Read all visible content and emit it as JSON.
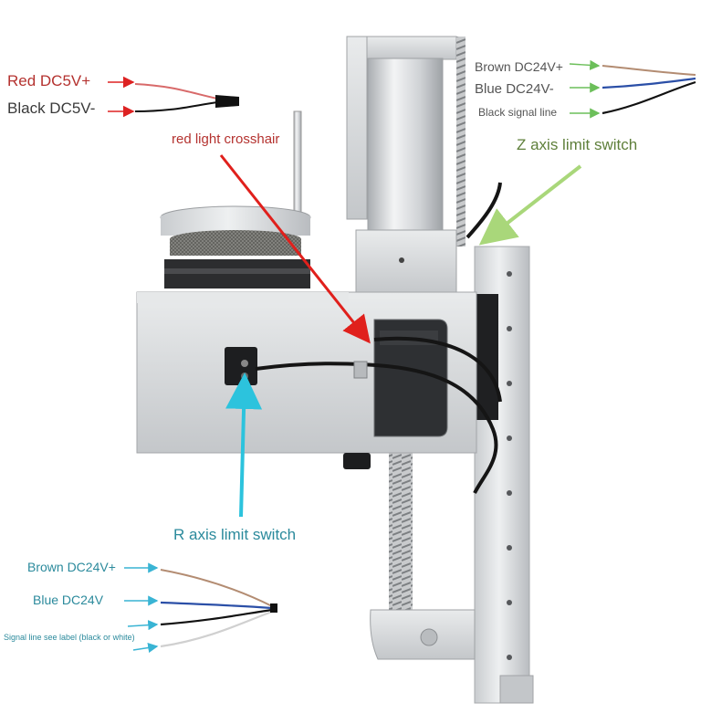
{
  "labels": {
    "red_dc5v_plus": "Red DC5V+",
    "black_dc5v_minus": "Black DC5V-",
    "red_light_crosshair": "red light crosshair",
    "brown_dc24v_plus_top": "Brown DC24V+",
    "blue_dc24v_minus": "Blue DC24V-",
    "black_signal_line": "Black signal line",
    "z_axis_limit_switch": "Z axis limit switch",
    "r_axis_limit_switch": "R axis limit switch",
    "brown_dc24v_plus_bottom": "Brown DC24V+",
    "blue_dc24v": "Blue DC24V",
    "signal_line_note": "Signal line see label (black or white)"
  },
  "colors": {
    "red_label": "#b4322f",
    "teal_label": "#2b8a9c",
    "green_label": "#5e7f3a",
    "red_arrow": "#e0201c",
    "cyan_arrow": "#2cc3dd",
    "green_arrow": "#a9d77a",
    "aluminium": "#d8dadc"
  }
}
